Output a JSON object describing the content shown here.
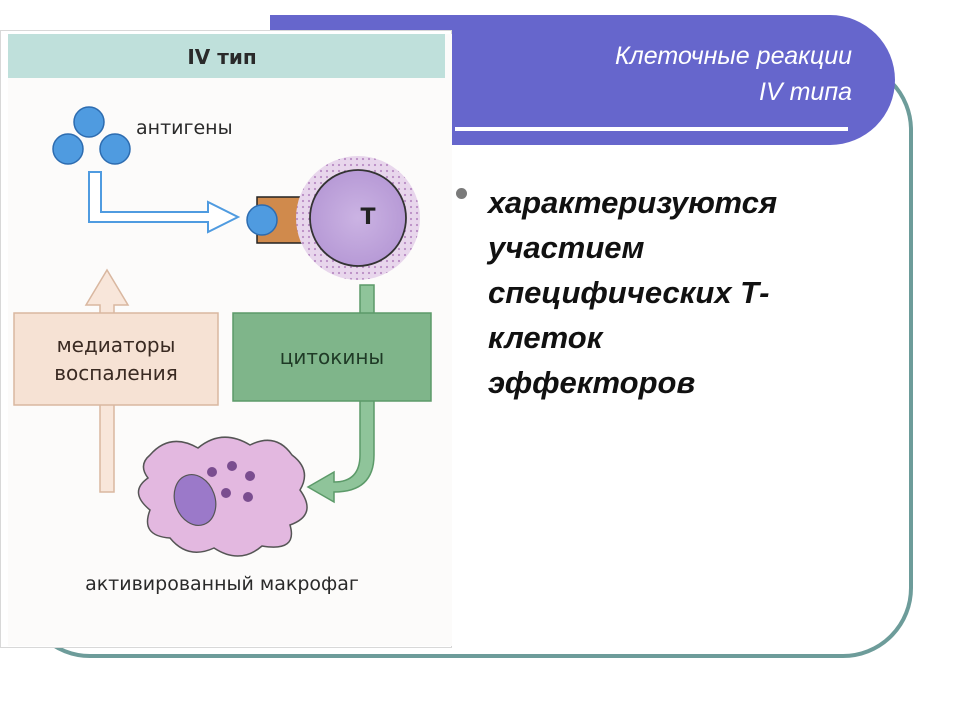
{
  "slide": {
    "title_lines": [
      "Клеточные реакции",
      "IV типа"
    ],
    "bullet_lines": [
      "характеризуются",
      "участием",
      "специфических Т-",
      "клеток",
      "эффекторов"
    ]
  },
  "diagram": {
    "header": "IV тип",
    "antigens_label": "антигены",
    "t_cell_label": "Т",
    "mediators_label_lines": [
      "медиаторы",
      "воспаления"
    ],
    "cytokines_label": "цитокины",
    "macrophage_label": "активированный макрофаг"
  },
  "colors": {
    "title_band": "#6666cc",
    "frame": "#6d9c9a",
    "panel_header": "#bfe0db",
    "antigen": "#4f9be0",
    "t_cell": "#c8aee0",
    "receptor": "#d08a4c",
    "cytokine_box": "#7fb58a",
    "mediator_box": "#f6e2d4",
    "macrophage": "#e3b8e0"
  }
}
